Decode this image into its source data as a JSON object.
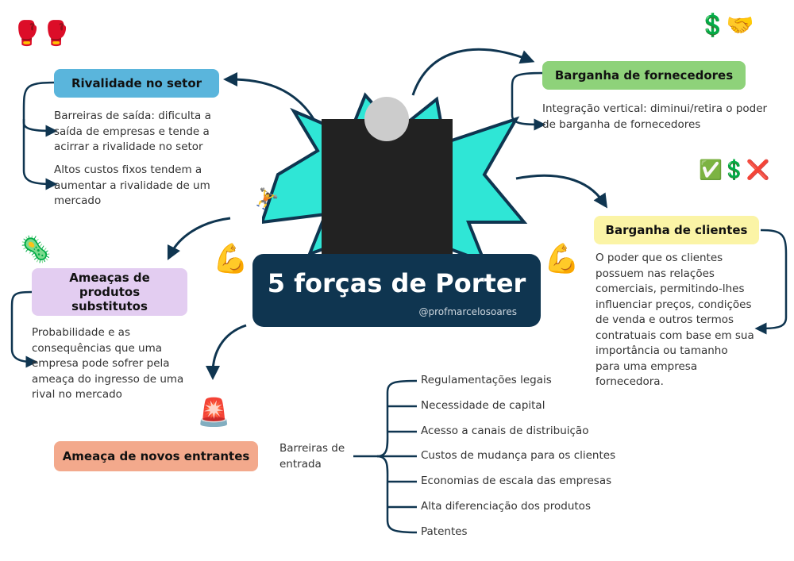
{
  "center": {
    "title": "5 forças de Porter",
    "handle": "@profmarcelosoares"
  },
  "rivalidade": {
    "title": "Rivalidade no setor",
    "items": [
      "Barreiras de saída: dificulta a saída de  empresas e tende a acirrar a rivalidade no setor",
      "Altos custos fixos tendem a aumentar a rivalidade de um mercado"
    ]
  },
  "fornecedores": {
    "title": "Barganha de fornecedores",
    "text": "Integração vertical: diminui/retira o poder de barganha de fornecedores"
  },
  "clientes": {
    "title": "Barganha de clientes",
    "text": "O poder que os clientes possuem nas relações comerciais, permitindo-lhes influenciar preços, condições de venda e outros termos contratuais com base em sua importância ou tamanho para uma empresa fornecedora."
  },
  "substitutos": {
    "title": "Ameaças de produtos substitutos",
    "text": "Probabilidade e as consequências que uma empresa pode sofrer pela ameaça do ingresso de uma rival no mercado"
  },
  "entrantes": {
    "title": "Ameaça de novos entrantes",
    "barrier_label": "Barreiras de entrada",
    "barriers": [
      "Regulamentações legais",
      "Necessidade de capital",
      "Acesso a canais de distribuição",
      "Custos de mudança para os clientes",
      "Economias de escala das empresas",
      "Alta diferenciação dos produtos",
      "Patentes"
    ]
  },
  "colors": {
    "navy": "#0f3550",
    "blue": "#5ab5dc",
    "green": "#8ed27a",
    "yellow": "#fbf4a6",
    "purple": "#e3cdf1",
    "salmon": "#f3a98c",
    "teal": "#2fe6d6"
  }
}
